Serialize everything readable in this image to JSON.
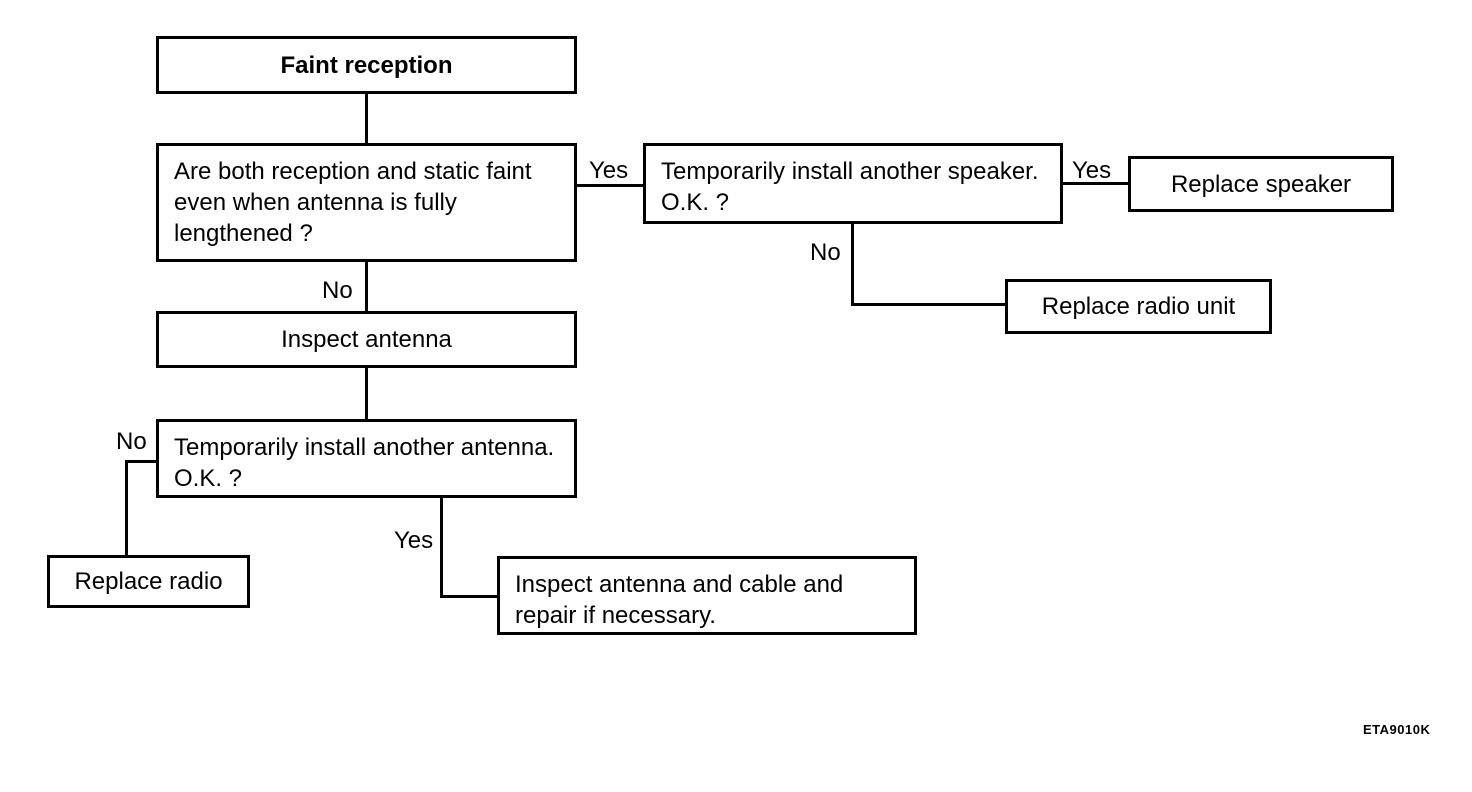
{
  "nodes": {
    "start": "Faint reception",
    "q_static": "Are both reception and static faint even when antenna is fully lengthened ?",
    "inspect_antenna": "Inspect antenna",
    "q_antenna": "Temporarily install another antenna. O.K. ?",
    "replace_radio": "Replace radio",
    "inspect_cable": "Inspect antenna and cable and repair if necessary.",
    "q_speaker": "Temporarily install another speaker. O.K. ?",
    "replace_speaker": "Replace speaker",
    "replace_radio_unit": "Replace radio unit"
  },
  "labels": {
    "yes": "Yes",
    "no": "No"
  },
  "figure_code": "ETA9010K"
}
